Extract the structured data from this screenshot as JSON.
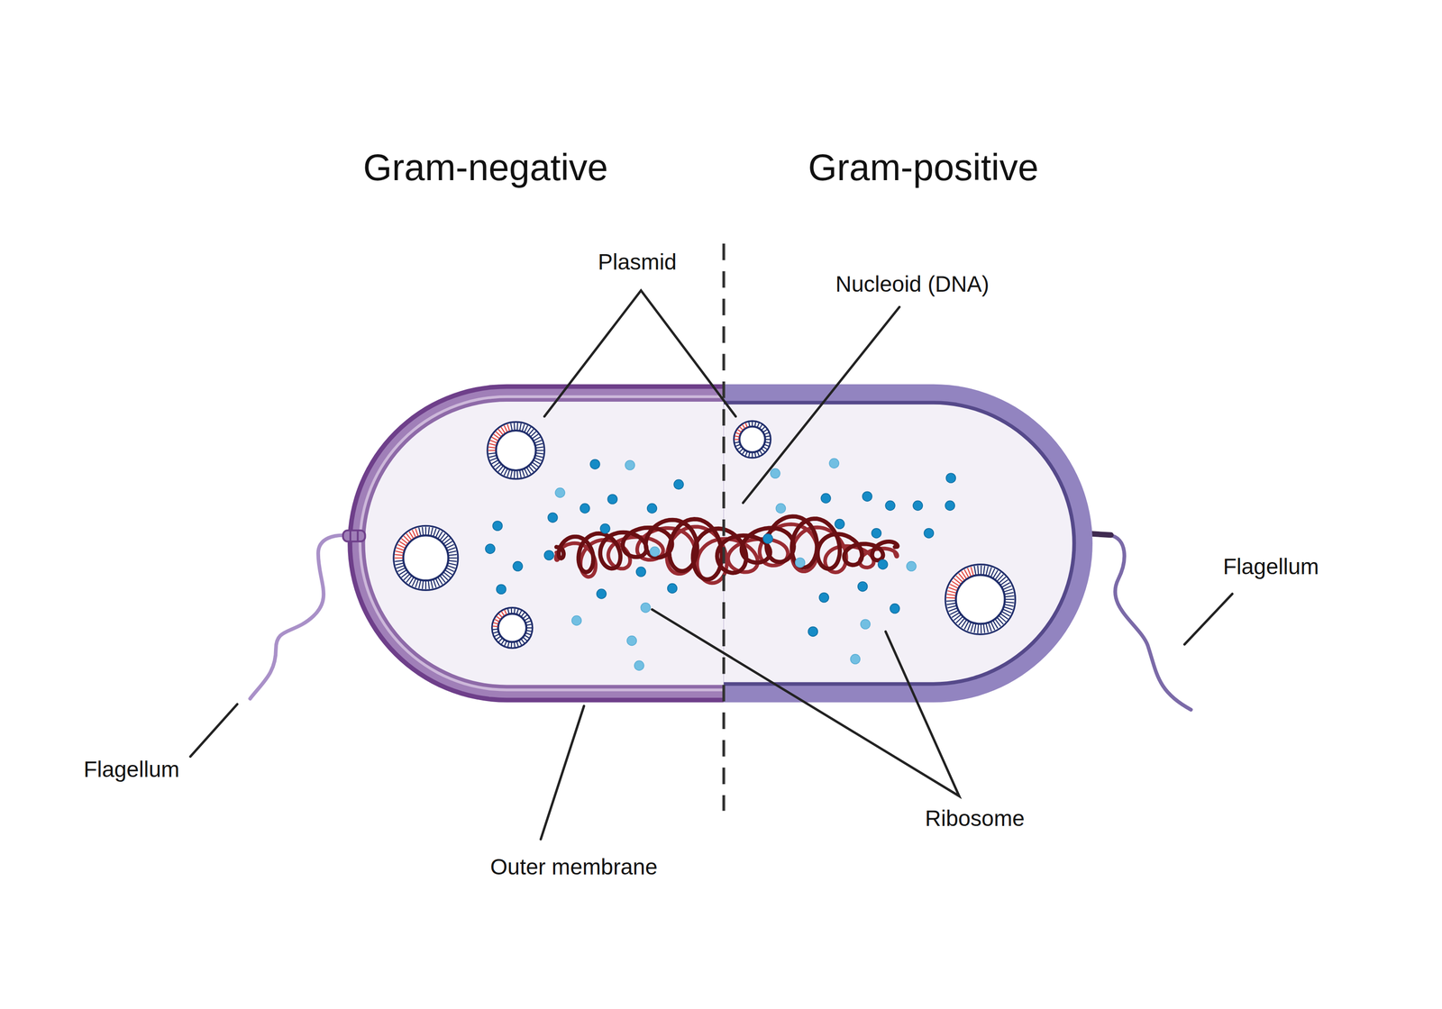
{
  "diagram": {
    "labels": [
      "Gram-negative",
      "Gram-positive",
      "Plasmid",
      "Nucleoid (DNA)",
      "Flagellum",
      "Flagellum",
      "Ribosome",
      "Outer membrane"
    ]
  }
}
